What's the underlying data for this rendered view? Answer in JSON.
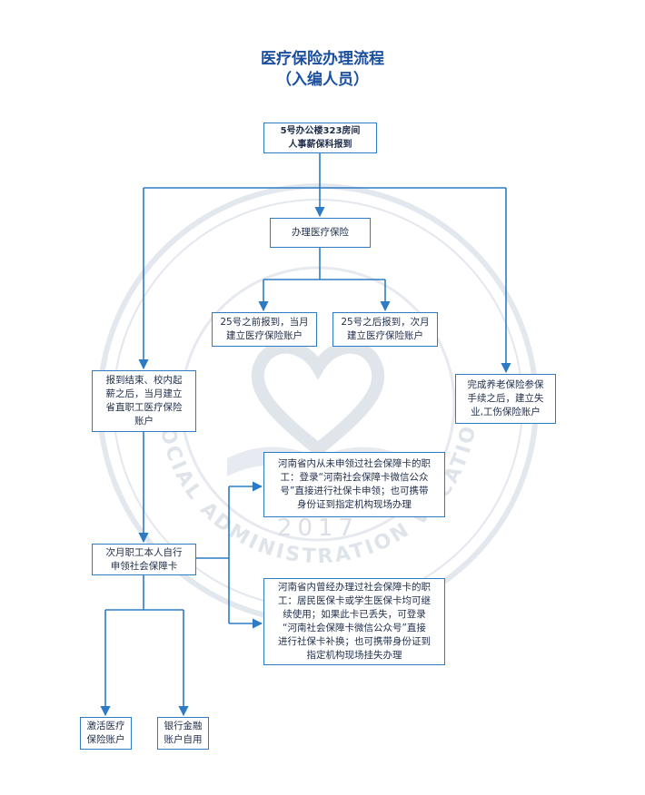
{
  "title": {
    "line1": "医疗保险办理流程",
    "line2": "（入编人员）"
  },
  "watermark": {
    "arc_text": "SANMENXIA SOCIAL ADMINISTRATION VOCATIONAL COLLEGE",
    "year": "2017"
  },
  "nodes": {
    "start": {
      "line1": "5号办公楼323房间",
      "line2": "人事薪保科报到"
    },
    "medical": {
      "line1": "办理医疗保险"
    },
    "before25": {
      "line1": "25号之前报到，当月",
      "line2": "建立医疗保险账户"
    },
    "after25": {
      "line1": "25号之后报到，次月",
      "line2": "建立医疗保险账户"
    },
    "left": {
      "line1": "报到结束、校内起",
      "line2": "薪之后，当月建立",
      "line3": "省直职工医疗保险",
      "line4": "账户"
    },
    "right": {
      "line1": "完成养老保险参保",
      "line2": "手续之后，建立失",
      "line3": "业,工伤保险账户"
    },
    "never": {
      "line1": "河南省内从未申领过社会保障卡的职",
      "line2": "工：登录“河南社会保障卡微信公众",
      "line3": "号”直接进行社保卡申领；也可携带",
      "line4": "身份证到指定机构现场办理"
    },
    "self": {
      "line1": "次月职工本人自行",
      "line2": "申领社会保障卡"
    },
    "had": {
      "line1": "河南省内曾经办理过社会保障卡的职",
      "line2": "工：居民医保卡或学生医保卡均可继",
      "line3": "续使用；如果此卡已丢失，可登录",
      "line4": "“河南社会保障卡微信公众号”直接",
      "line5": "进行社保卡补换；也可携带身份证到",
      "line6": "指定机构现场挂失办理"
    },
    "activate": {
      "line1": "激活医疗",
      "line2": "保险账户"
    },
    "bank": {
      "line1": "银行金融",
      "line2": "账户自用"
    }
  },
  "colors": {
    "box_border": "#2e7bc5",
    "arrow": "#2e7bc5",
    "title": "#1a4fa0",
    "watermark": "#dfe4ec"
  }
}
